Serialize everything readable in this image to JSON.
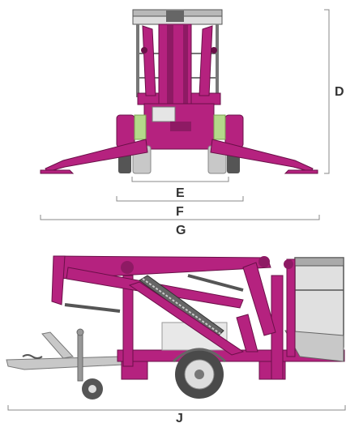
{
  "labels": {
    "d": "D",
    "e": "E",
    "f": "F",
    "g": "G",
    "j": "J"
  },
  "colors": {
    "magenta": "#b5227f",
    "magenta_dark": "#8e1a64",
    "green": "#b4d98a",
    "gray": "#c8c8c8",
    "dark_gray": "#555555",
    "line": "#888888",
    "text": "#333333"
  }
}
